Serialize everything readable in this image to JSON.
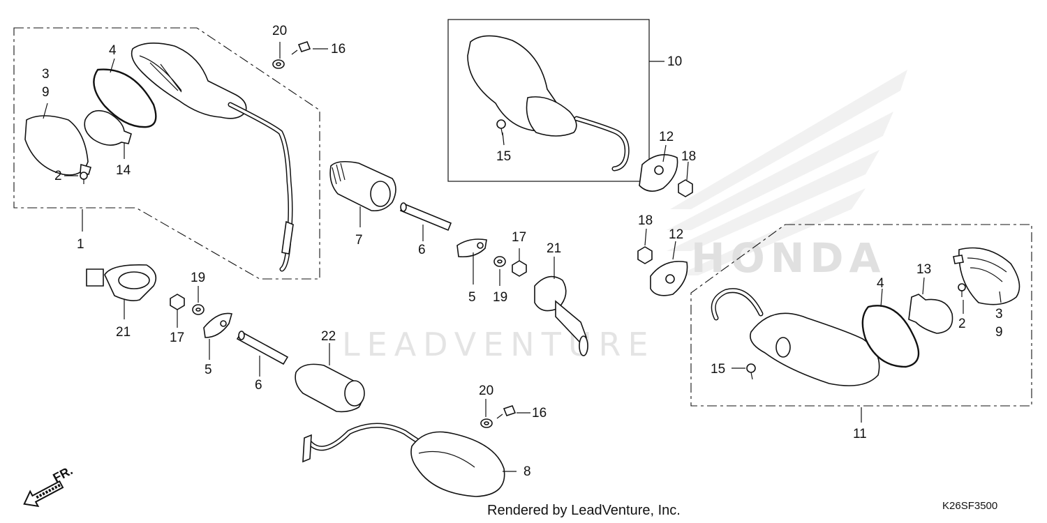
{
  "diagram": {
    "watermark_text": "LEADVENTURE",
    "brand_text": "HONDA",
    "footer_text": "Rendered by LeadVenture, Inc.",
    "diagram_code": "K26SF3500",
    "direction_label": "FR.",
    "callouts": [
      "1",
      "2",
      "3",
      "9",
      "4",
      "14",
      "20",
      "16",
      "7",
      "6",
      "5",
      "17",
      "19",
      "21",
      "10",
      "15",
      "12",
      "18",
      "11",
      "13",
      "8",
      "22"
    ]
  }
}
